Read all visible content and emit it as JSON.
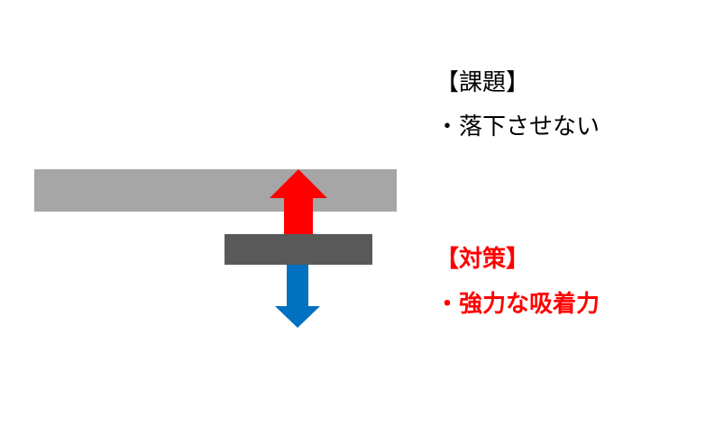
{
  "problem": {
    "heading": "【課題】",
    "item": "・落下させない"
  },
  "solution": {
    "heading": "【対策】",
    "item": "・強力な吸着力"
  },
  "colors": {
    "upper_plate": "#a6a6a6",
    "lower_plate": "#595959",
    "arrow_up": "#ff0000",
    "arrow_down": "#0070c0",
    "solution_text": "#ff0000",
    "problem_text": "#000000"
  }
}
